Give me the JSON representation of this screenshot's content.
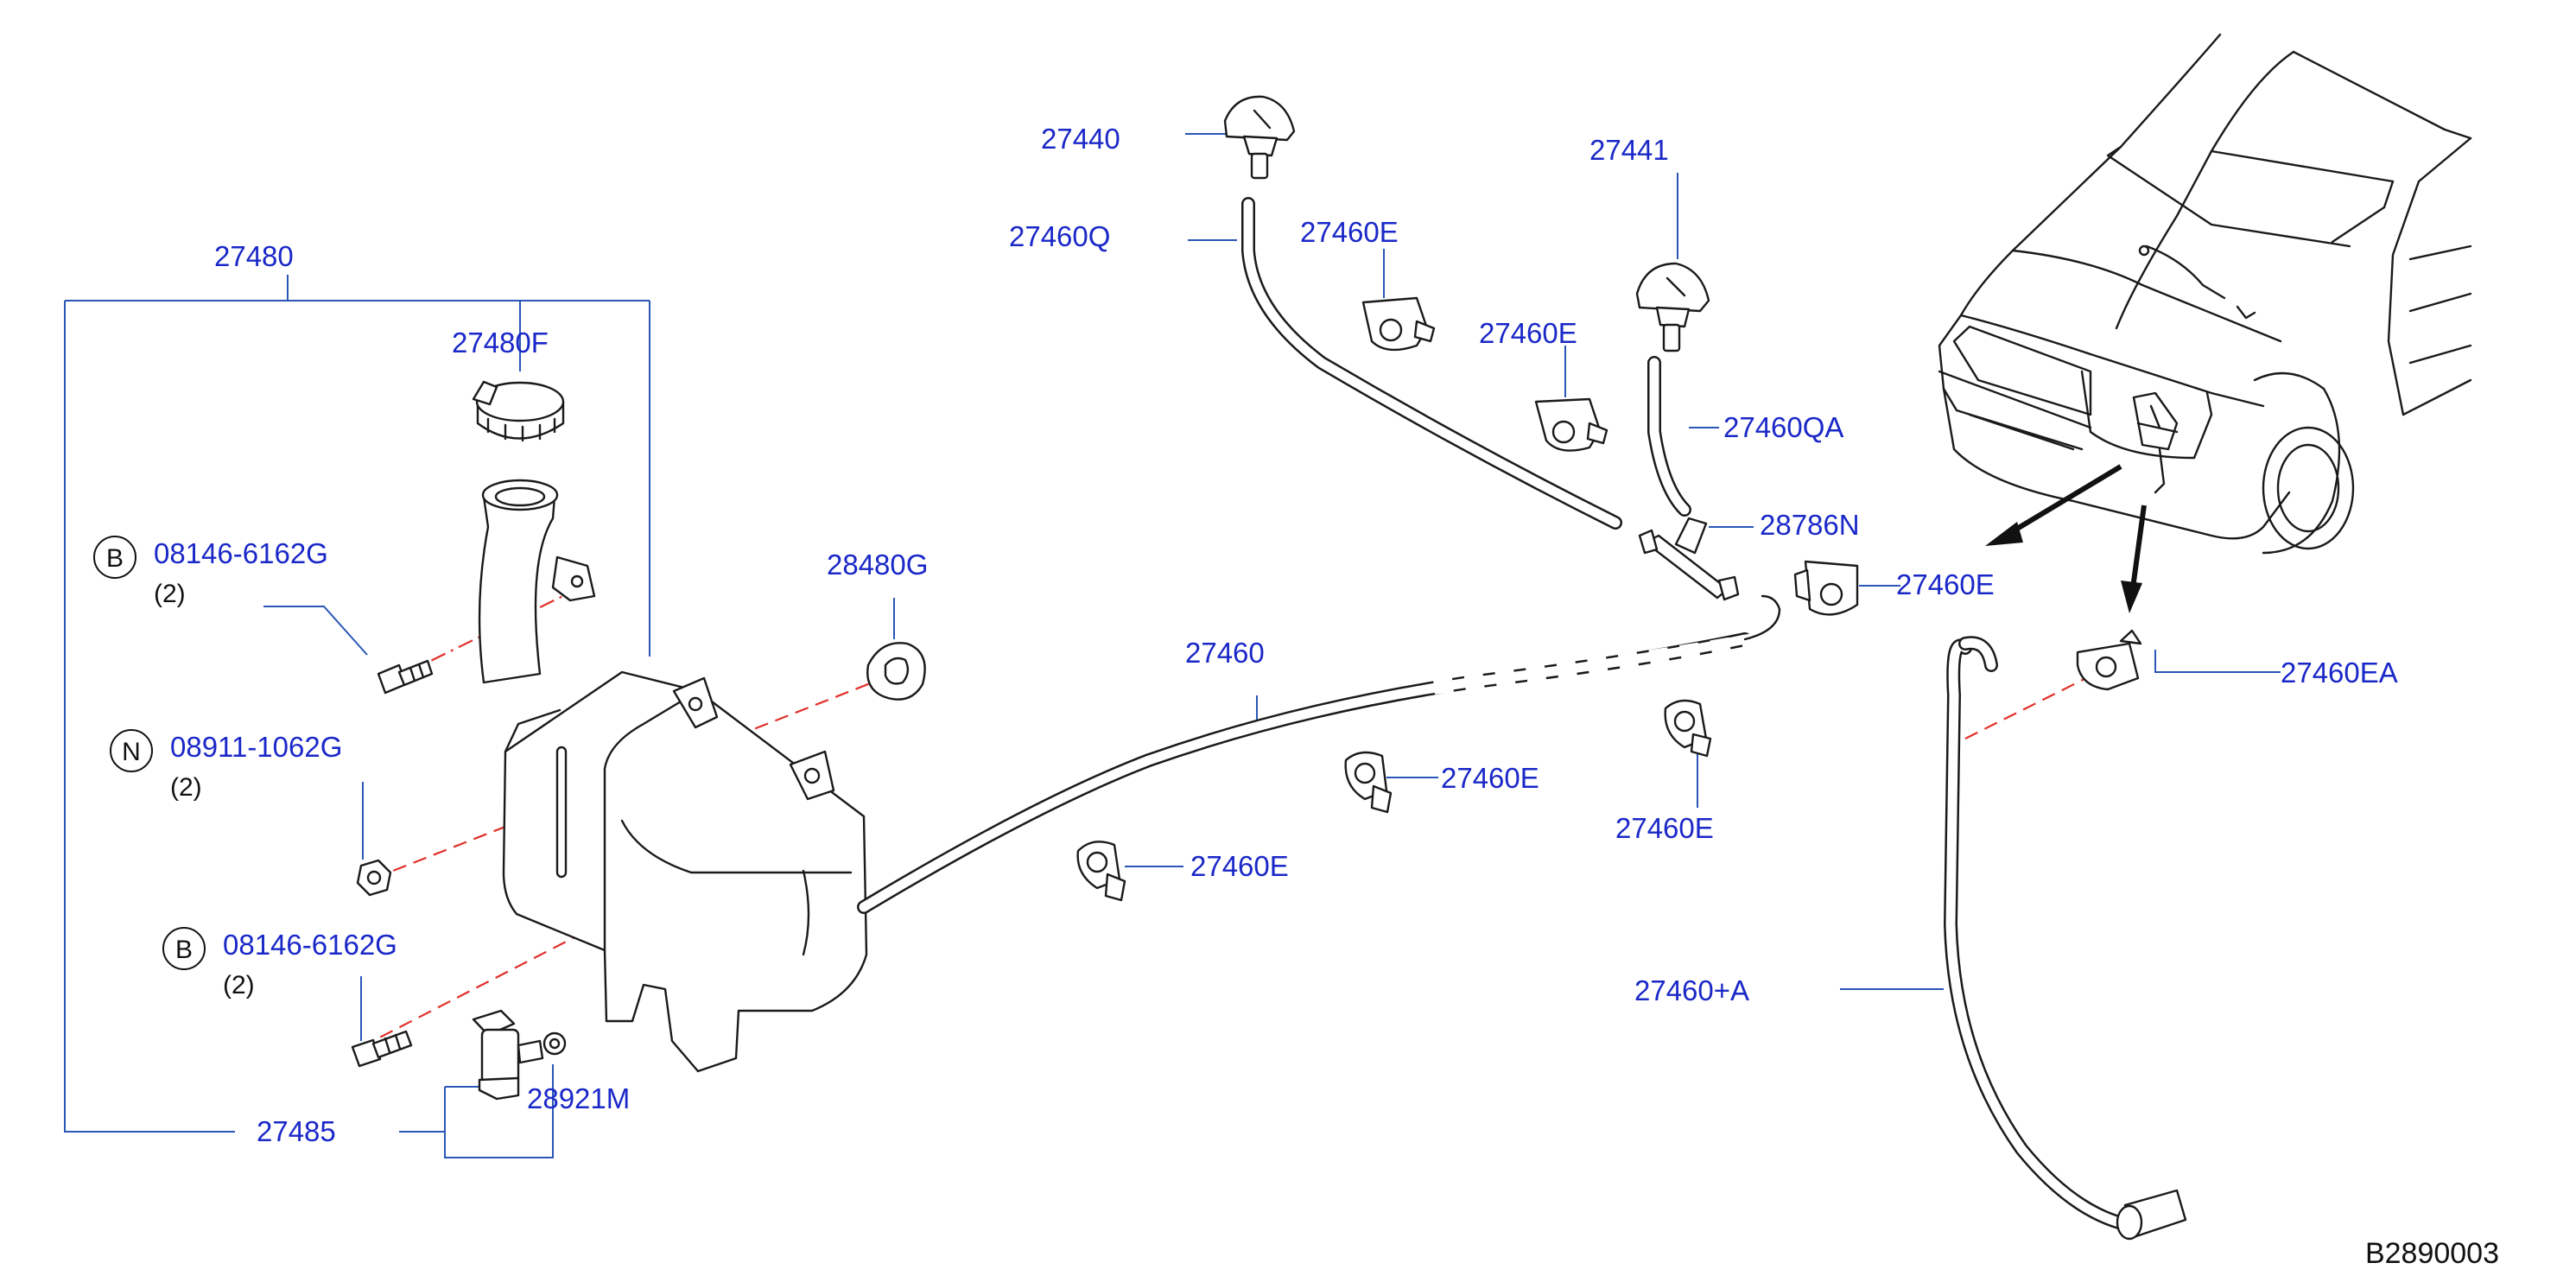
{
  "labels": {
    "p27480": "27480",
    "p27480F": "27480F",
    "p08146_top": "08146-6162G",
    "p08146_top_qty": "(2)",
    "p08911": "08911-1062G",
    "p08911_qty": "(2)",
    "p08146_bot": "08146-6162G",
    "p08146_bot_qty": "(2)",
    "p27485": "27485",
    "p28921M": "28921M",
    "p28480G": "28480G",
    "p27440": "27440",
    "p27460Q": "27460Q",
    "p27460E_1": "27460E",
    "p27460E_2": "27460E",
    "p27441": "27441",
    "p27460QA": "27460QA",
    "p28786N": "28786N",
    "p27460E_3": "27460E",
    "p27460E_4": "27460E",
    "p27460E_5": "27460E",
    "p27460E_6": "27460E",
    "p27460_main": "27460",
    "p27460EA": "27460EA",
    "p27460A": "27460+A",
    "ref_code": "B2890003"
  },
  "symbols": {
    "b_top": "B",
    "n_mid": "N",
    "b_bot": "B"
  },
  "colors": {
    "label": "#1a28c8",
    "leader": "#2a56b8",
    "hidden_line": "#e0302a",
    "outline": "#1a1a1a"
  }
}
